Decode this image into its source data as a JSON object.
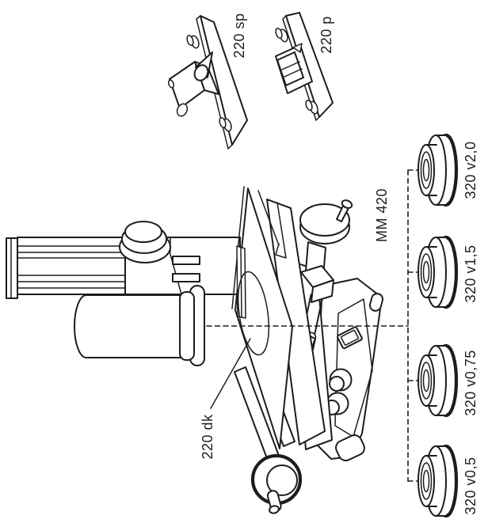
{
  "drawing": {
    "title_labels": {
      "accessory_sp": "220 sp",
      "accessory_p": "220 p",
      "microscope_model": "MM 420",
      "stage_glass": "220 dk"
    },
    "lenses": [
      {
        "label": "320 v2,0"
      },
      {
        "label": "320 v1,5"
      },
      {
        "label": "320 v0,75"
      },
      {
        "label": "320 v0,5"
      }
    ],
    "line_color": "#1d1d1b",
    "background_color": "#ffffff"
  }
}
